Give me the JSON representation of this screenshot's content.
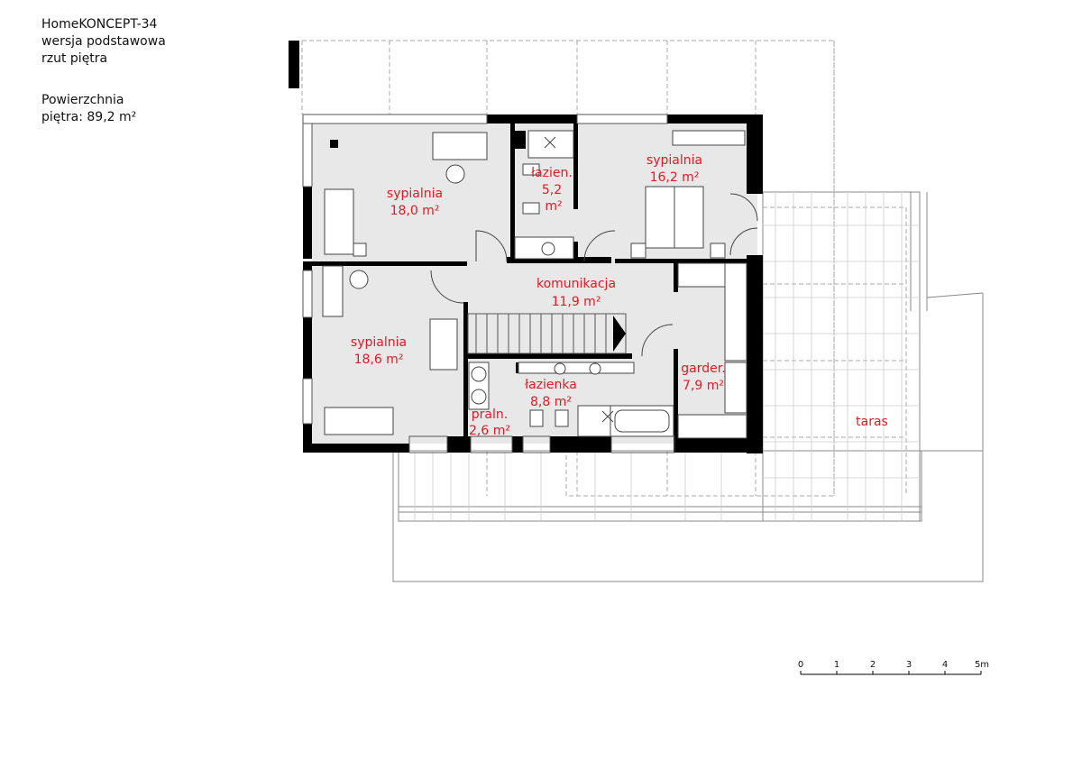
{
  "header": {
    "project": "HomeKONCEPT-34",
    "variant": "wersja podstawowa",
    "view": "rzut piętra",
    "area_label": "Powierzchnia",
    "area_value": "piętra: 89,2 m²"
  },
  "rooms": [
    {
      "name": "sypialnia",
      "area": "18,0 m²"
    },
    {
      "name": "łazien.",
      "area": "5,2",
      "area2": "m²"
    },
    {
      "name": "sypialnia",
      "area": "16,2 m²"
    },
    {
      "name": "komunikacja",
      "area": "11,9 m²"
    },
    {
      "name": "sypialnia",
      "area": "18,6 m²"
    },
    {
      "name": "łazienka",
      "area": "8,8 m²"
    },
    {
      "name": "praln.",
      "area": "2,6 m²"
    },
    {
      "name": "garder.",
      "area": "7,9 m²"
    },
    {
      "name": "taras"
    }
  ],
  "scale_bar": {
    "ticks": [
      "0",
      "1",
      "2",
      "3",
      "4",
      "5m"
    ]
  },
  "colors": {
    "label": "#e01b24",
    "wall": "#000000",
    "floor": "#e8e8e8"
  }
}
